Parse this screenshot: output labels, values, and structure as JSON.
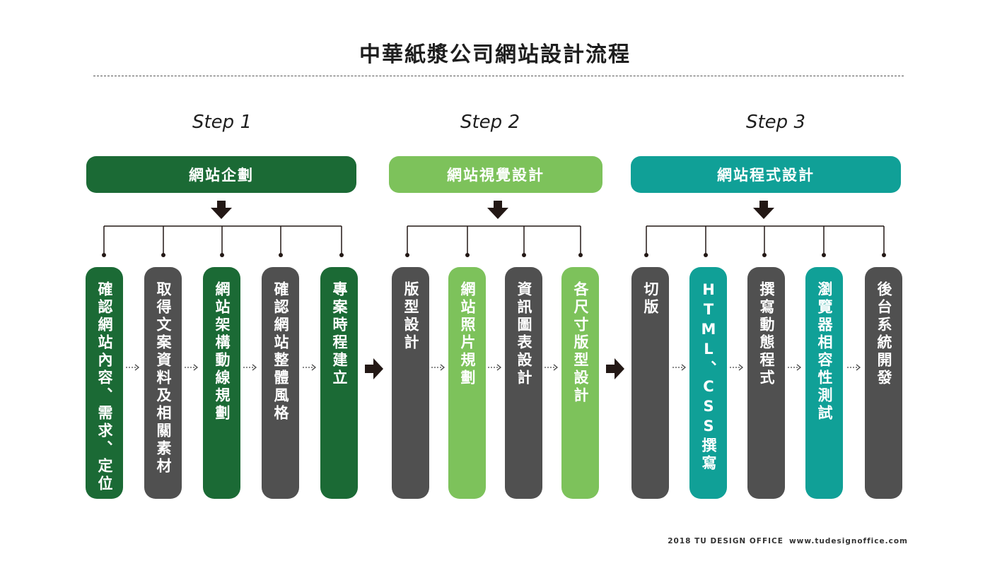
{
  "title": "中華紙漿公司網站設計流程",
  "steps": [
    {
      "label": "Step 1",
      "phase": "網站企劃",
      "phase_color": "#1b6a35",
      "items": [
        {
          "text": "確認網站內容、需求、定位",
          "color": "#1b6a35"
        },
        {
          "text": "取得文案資料及相關素材",
          "color": "#505050"
        },
        {
          "text": "網站架構動線規劃",
          "color": "#1b6a35"
        },
        {
          "text": "確認網站整體風格",
          "color": "#505050"
        },
        {
          "text": "專案時程建立",
          "color": "#1b6a35"
        }
      ]
    },
    {
      "label": "Step 2",
      "phase": "網站視覺設計",
      "phase_color": "#7dc25b",
      "items": [
        {
          "text": "版型設計",
          "color": "#505050"
        },
        {
          "text": "網站照片規劃",
          "color": "#7dc25b"
        },
        {
          "text": "資訊圖表設計",
          "color": "#505050"
        },
        {
          "text": "各尺寸版型設計",
          "color": "#7dc25b"
        }
      ]
    },
    {
      "label": "Step 3",
      "phase": "網站程式設計",
      "phase_color": "#10a097",
      "items": [
        {
          "text": "切版",
          "color": "#505050"
        },
        {
          "text": "HTML、CSS撰寫",
          "color": "#10a097"
        },
        {
          "text": "撰寫動態程式",
          "color": "#505050"
        },
        {
          "text": "瀏覽器相容性測試",
          "color": "#10a097"
        },
        {
          "text": "後台系統開發",
          "color": "#505050"
        }
      ]
    }
  ],
  "footer": {
    "copyright": "2018 TU DESIGN OFFICE",
    "url": "www.tudesignoffice.com"
  }
}
